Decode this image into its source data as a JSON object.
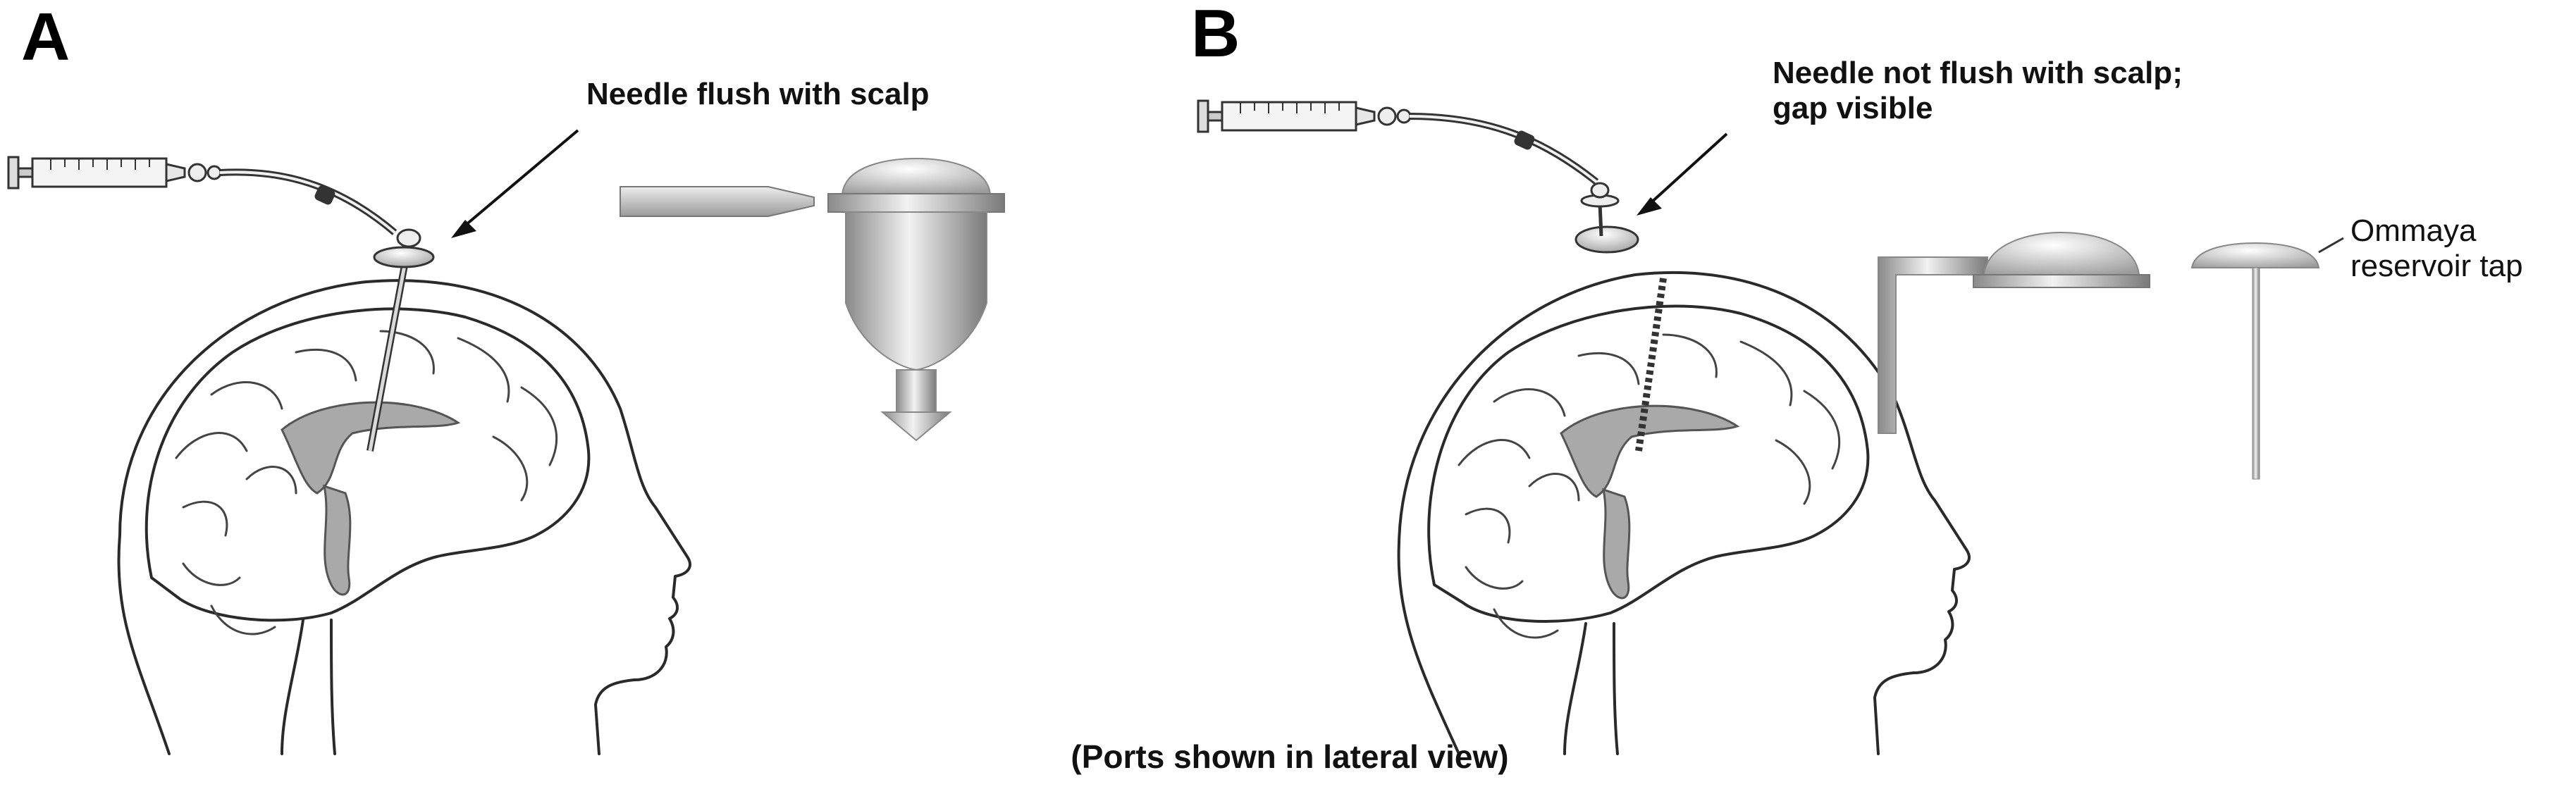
{
  "panels": {
    "a": {
      "letter": "A",
      "callout": "Needle flush with scalp"
    },
    "b": {
      "letter": "B",
      "callout_line1": "Needle not flush with scalp;",
      "callout_line2": "gap  visible",
      "tap_label_line1": "Ommaya",
      "tap_label_line2": "reservoir tap"
    }
  },
  "caption": "(Ports shown in lateral view)"
}
